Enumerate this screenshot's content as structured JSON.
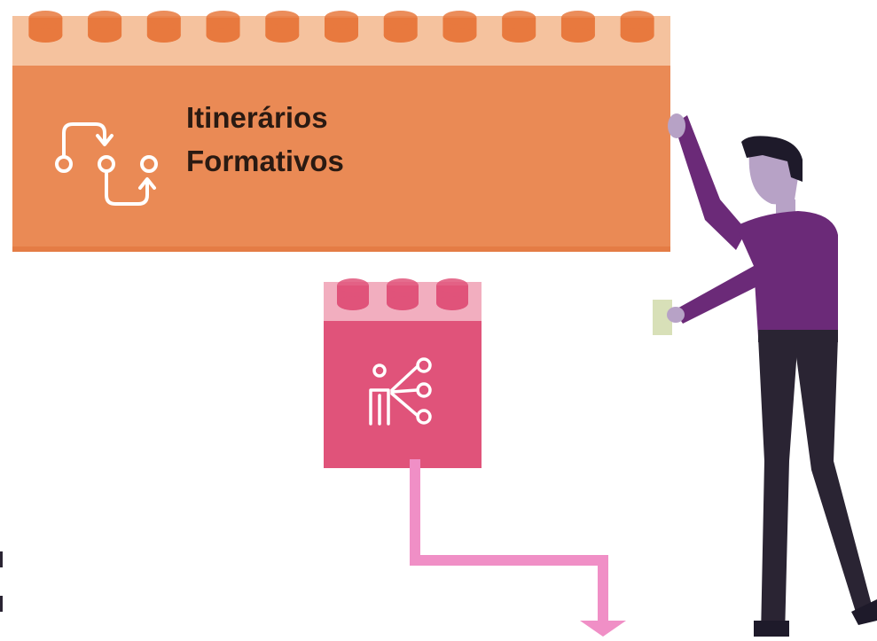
{
  "main_block": {
    "title_line1": "Itinerários",
    "title_line2": "Formativos",
    "icon": "pathway-nodes-icon",
    "color": "#ea8a55",
    "stud_color": "#e8793e",
    "top_strip_color": "#f5c29e",
    "stud_count": 11
  },
  "small_block": {
    "icon": "person-network-icon",
    "color": "#e0537a",
    "stud_color": "#e0537a",
    "top_strip_color": "#f2aebf",
    "stud_count": 3
  },
  "connector": {
    "color": "#f08fc6",
    "direction": "down"
  },
  "figure": {
    "description": "person-holding-block",
    "shirt_color": "#6b2a78",
    "pants_color": "#2a2433",
    "skin_color": "#b7a2c6",
    "hair_color": "#1e1a2a"
  }
}
